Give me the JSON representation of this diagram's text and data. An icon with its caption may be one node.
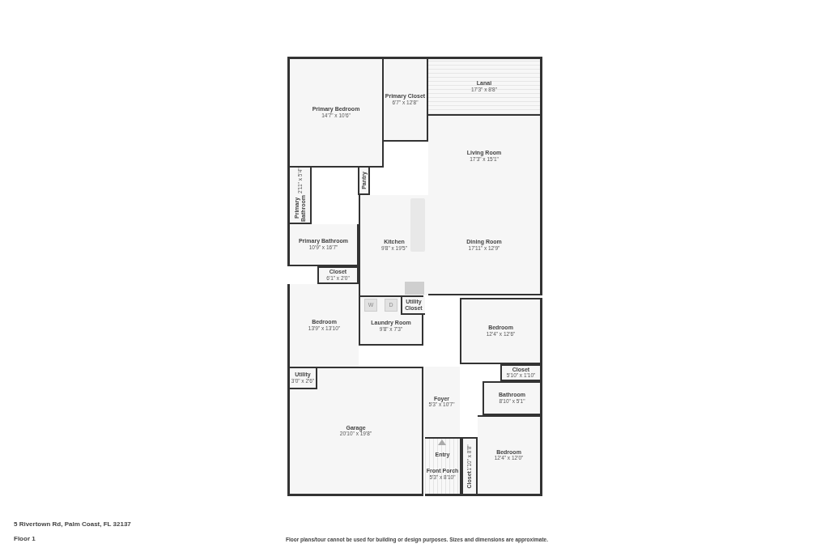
{
  "diagram": {
    "nodes": [
      {
        "text": [
          "Primary Bedroom",
          "14'7\" x 10'6\""
        ]
      },
      {
        "text": [
          "Primary Closet",
          "6'7\" x 12'8\""
        ]
      },
      {
        "text": [
          "Lanai",
          "17'3\" x 8'8\""
        ]
      },
      {
        "text": [
          "Living Room",
          "17'3\" x 15'1\""
        ]
      },
      {
        "text": [
          "Primary Bathroom",
          "2'11\" x 5'4\""
        ]
      },
      {
        "text": [
          "Pantry"
        ]
      },
      {
        "text": [
          "Primary Bathroom",
          "10'9\" x 16'7\""
        ]
      },
      {
        "text": [
          "Kitchen",
          "9'8\" x 19'5\""
        ]
      },
      {
        "text": [
          "Dining Room",
          "17'11\" x 12'9\""
        ]
      },
      {
        "text": [
          "Closet",
          "6'1\" x 2'0\""
        ]
      },
      {
        "text": [
          "Bedroom",
          "13'9\" x 13'10\""
        ]
      },
      {
        "text": [
          "Laundry Room",
          "9'8\" x 7'3\""
        ]
      },
      {
        "text": [
          "Utility Closet"
        ],
        "in": 11
      },
      {
        "text": [
          "Bedroom",
          "12'4\" x 12'6\""
        ]
      },
      {
        "text": [
          "Closet",
          "5'10\" x 1'10\""
        ]
      },
      {
        "text": [
          "Garage",
          "20'10\" x 19'8\""
        ]
      },
      {
        "text": [
          "Utility",
          "3'0\" x 2'6\""
        ],
        "in": 15
      },
      {
        "text": [
          "Foyer",
          "5'3\" x 10'7\""
        ]
      },
      {
        "text": [
          "Bathroom",
          "8'10\" x 5'1\""
        ]
      },
      {
        "text": [
          "Entry",
          "Front Porch",
          "5'3\" x 8'10\""
        ]
      },
      {
        "text": [
          "Closet",
          "1'10\" x 8'8\""
        ]
      },
      {
        "text": [
          "Bedroom",
          "12'4\" x 12'0\""
        ]
      }
    ],
    "labels": [
      "W",
      "D",
      "5 Rivertown Rd, Palm Coast, FL 32137",
      "Floor 1",
      "Floor plans/tour cannot be used for building or design purposes. Sizes and dimensions are approximate."
    ]
  }
}
